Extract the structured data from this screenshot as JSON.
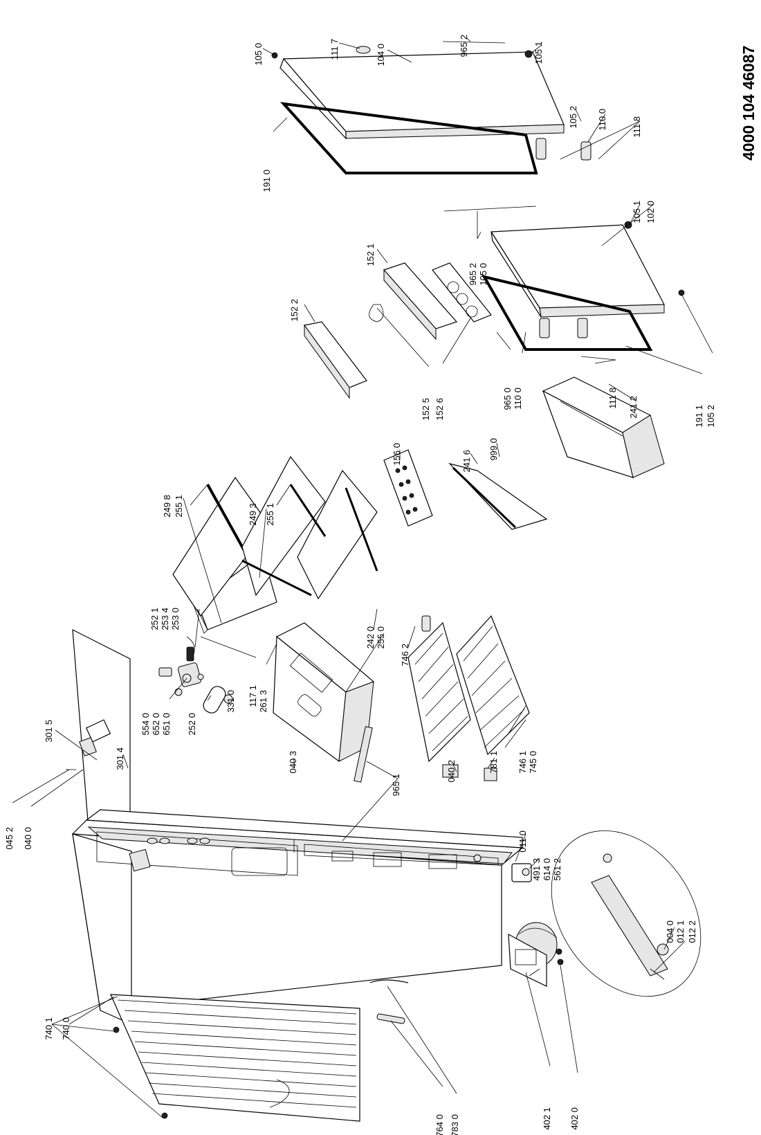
{
  "document_number": "4000 104 46087",
  "part_labels": [
    {
      "id": "0452",
      "text": "045 2"
    },
    {
      "id": "0400",
      "text": "040 0"
    },
    {
      "id": "3015",
      "text": "301 5"
    },
    {
      "id": "3014",
      "text": "301 4"
    },
    {
      "id": "7401",
      "text": "740 1"
    },
    {
      "id": "7400",
      "text": "740 0"
    },
    {
      "id": "7640",
      "text": "764 0"
    },
    {
      "id": "7830",
      "text": "783 0"
    },
    {
      "id": "4021",
      "text": "402 1"
    },
    {
      "id": "4020",
      "text": "402 0"
    },
    {
      "id": "5540",
      "text": "554 0"
    },
    {
      "id": "6520",
      "text": "652 0"
    },
    {
      "id": "6510",
      "text": "651 0"
    },
    {
      "id": "2520",
      "text": "252 0"
    },
    {
      "id": "0403",
      "text": "040 3"
    },
    {
      "id": "9651",
      "text": "965 1"
    },
    {
      "id": "0402",
      "text": "040 2"
    },
    {
      "id": "7811",
      "text": "781 1"
    },
    {
      "id": "7461",
      "text": "746 1"
    },
    {
      "id": "7450",
      "text": "745 0"
    },
    {
      "id": "0110",
      "text": "011 0"
    },
    {
      "id": "4913",
      "text": "491 3"
    },
    {
      "id": "6140",
      "text": "614 0"
    },
    {
      "id": "5612",
      "text": "561 2"
    },
    {
      "id": "0040",
      "text": "004 0"
    },
    {
      "id": "0121",
      "text": "012 1"
    },
    {
      "id": "0122",
      "text": "012 2"
    },
    {
      "id": "2521",
      "text": "252 1"
    },
    {
      "id": "2534",
      "text": "253 4"
    },
    {
      "id": "2530",
      "text": "253 0"
    },
    {
      "id": "3310",
      "text": "331 0"
    },
    {
      "id": "1171",
      "text": "117 1"
    },
    {
      "id": "2613",
      "text": "261 3"
    },
    {
      "id": "2498",
      "text": "249 8"
    },
    {
      "id": "2551a",
      "text": "255 1"
    },
    {
      "id": "2493",
      "text": "249 3"
    },
    {
      "id": "2551b",
      "text": "255 1"
    },
    {
      "id": "2420",
      "text": "242 0"
    },
    {
      "id": "2550",
      "text": "255 0"
    },
    {
      "id": "7462",
      "text": "746 2"
    },
    {
      "id": "1560",
      "text": "156 0"
    },
    {
      "id": "1522",
      "text": "152 2"
    },
    {
      "id": "1521",
      "text": "152 1"
    },
    {
      "id": "1525",
      "text": "152 5"
    },
    {
      "id": "1526",
      "text": "152 6"
    },
    {
      "id": "2416",
      "text": "241 6"
    },
    {
      "id": "9990",
      "text": "999 0"
    },
    {
      "id": "9652b",
      "text": "965 2"
    },
    {
      "id": "1050b",
      "text": "105 0"
    },
    {
      "id": "9650",
      "text": "965 0"
    },
    {
      "id": "1100b",
      "text": "110 0"
    },
    {
      "id": "1118b",
      "text": "111 8"
    },
    {
      "id": "2412",
      "text": "241 2"
    },
    {
      "id": "1911",
      "text": "191 1"
    },
    {
      "id": "1052b",
      "text": "105 2"
    },
    {
      "id": "1051b",
      "text": "105 1"
    },
    {
      "id": "1020",
      "text": "102 0"
    },
    {
      "id": "1050a",
      "text": "105 0"
    },
    {
      "id": "1117",
      "text": "111 7"
    },
    {
      "id": "1040",
      "text": "104 0"
    },
    {
      "id": "9652a",
      "text": "965 2"
    },
    {
      "id": "1051a",
      "text": "105 1"
    },
    {
      "id": "1052a",
      "text": "105 2"
    },
    {
      "id": "1100a",
      "text": "110 0"
    },
    {
      "id": "1118a",
      "text": "111 8"
    },
    {
      "id": "1910",
      "text": "191 0"
    }
  ]
}
